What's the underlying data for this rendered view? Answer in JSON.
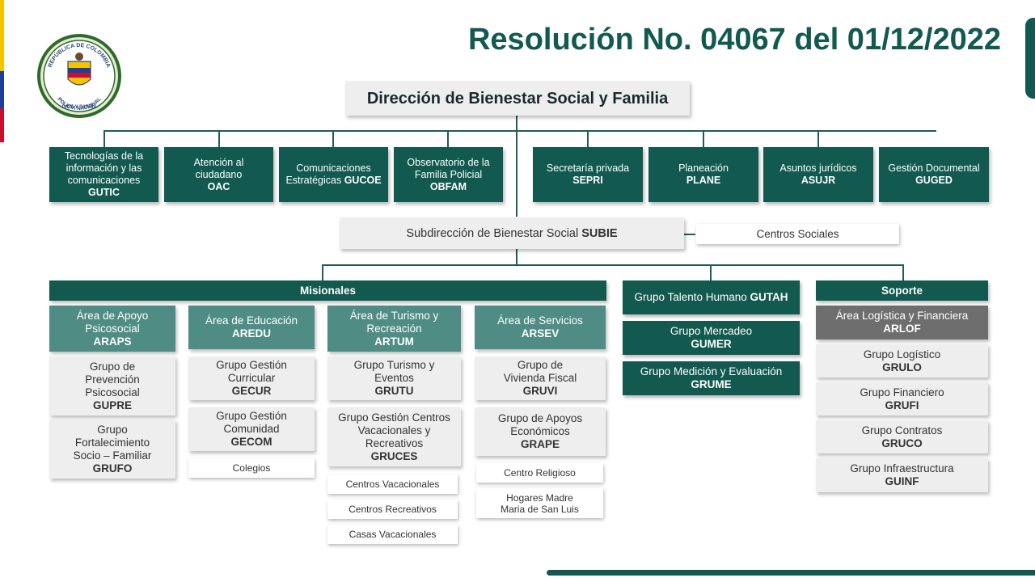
{
  "title": "Resolución No. 04067 del 01/12/2022",
  "colors": {
    "primary": "#12594f",
    "medium": "#4e8c84",
    "gray": "#6e6e6e",
    "light": "#eeeeee",
    "flag_yellow": "#f5c400",
    "flag_blue": "#1d3f9a",
    "flag_red": "#c8102e"
  },
  "logo": {
    "top_text": "REPÚBLICA DE COLOMBIA",
    "bottom_text": "POLICÍA NACIONAL",
    "motto": "DIOS Y PATRIA"
  },
  "direccion": {
    "label": "Dirección de Bienestar Social y Familia"
  },
  "offices": [
    {
      "name": "Tecnologías de la información y las comunicaciones",
      "code": "GUTIC"
    },
    {
      "name": "Atención al ciudadano",
      "code": "OAC"
    },
    {
      "name": "Comunicaciones Estratégicas",
      "code": "GUCOE"
    },
    {
      "name": "Observatorio de la Familia Policial",
      "code": "OBFAM"
    },
    {
      "name": "Secretaría privada",
      "code": "SEPRI"
    },
    {
      "name": "Planeación",
      "code": "PLANE"
    },
    {
      "name": "Asuntos jurídicos",
      "code": "ASUJR"
    },
    {
      "name": "Gestión Documental",
      "code": "GUGED"
    }
  ],
  "subdireccion": {
    "name": "Subdirección de Bienestar Social",
    "code": "SUBIE"
  },
  "centros_sociales": "Centros Sociales",
  "misionales": {
    "header": "Misionales",
    "areas": [
      {
        "name": "Área de Apoyo Psicosocial",
        "code": "ARAPS",
        "groups": [
          {
            "name": "Grupo de Prevención Psicosocial",
            "code": "GUPRE"
          },
          {
            "name": "Grupo Fortalecimiento Socio – Familiar",
            "code": "GRUFO"
          }
        ],
        "units": []
      },
      {
        "name": "Área de Educación",
        "code": "AREDU",
        "groups": [
          {
            "name": "Grupo Gestión Curricular",
            "code": "GECUR"
          },
          {
            "name": "Grupo Gestión Comunidad",
            "code": "GECOM"
          }
        ],
        "units": [
          "Colegios"
        ]
      },
      {
        "name": "Área de Turismo y Recreación",
        "code": "ARTUM",
        "groups": [
          {
            "name": "Grupo Turismo y Eventos",
            "code": "GRUTU"
          },
          {
            "name": "Grupo Gestión Centros Vacacionales y Recreativos",
            "code": "GRUCES"
          }
        ],
        "units": [
          "Centros Vacacionales",
          "Centros Recreativos",
          "Casas Vacacionales"
        ]
      },
      {
        "name": "Área de Servicios",
        "code": "ARSEV",
        "groups": [
          {
            "name": "Grupo de Vivienda Fiscal",
            "code": "GRUVI"
          },
          {
            "name": "Grupo de Apoyos Económicos",
            "code": "GRAPE"
          }
        ],
        "units": [
          "Centro Religioso",
          "Hogares Madre Maria de San Luis"
        ]
      }
    ]
  },
  "talento": [
    {
      "name": "Grupo Talento Humano",
      "code": "GUTAH"
    },
    {
      "name": "Grupo Mercadeo",
      "code": "GUMER"
    },
    {
      "name": "Grupo Medición y Evaluación",
      "code": "GRUME"
    }
  ],
  "soporte": {
    "header": "Soporte",
    "area": {
      "name": "Área Logística y Financiera",
      "code": "ARLOF"
    },
    "groups": [
      {
        "name": "Grupo Logístico",
        "code": "GRULO"
      },
      {
        "name": "Grupo Financiero",
        "code": "GRUFI"
      },
      {
        "name": "Grupo Contratos",
        "code": "GRUCO"
      },
      {
        "name": "Grupo Infraestructura",
        "code": "GUINF"
      }
    ]
  }
}
